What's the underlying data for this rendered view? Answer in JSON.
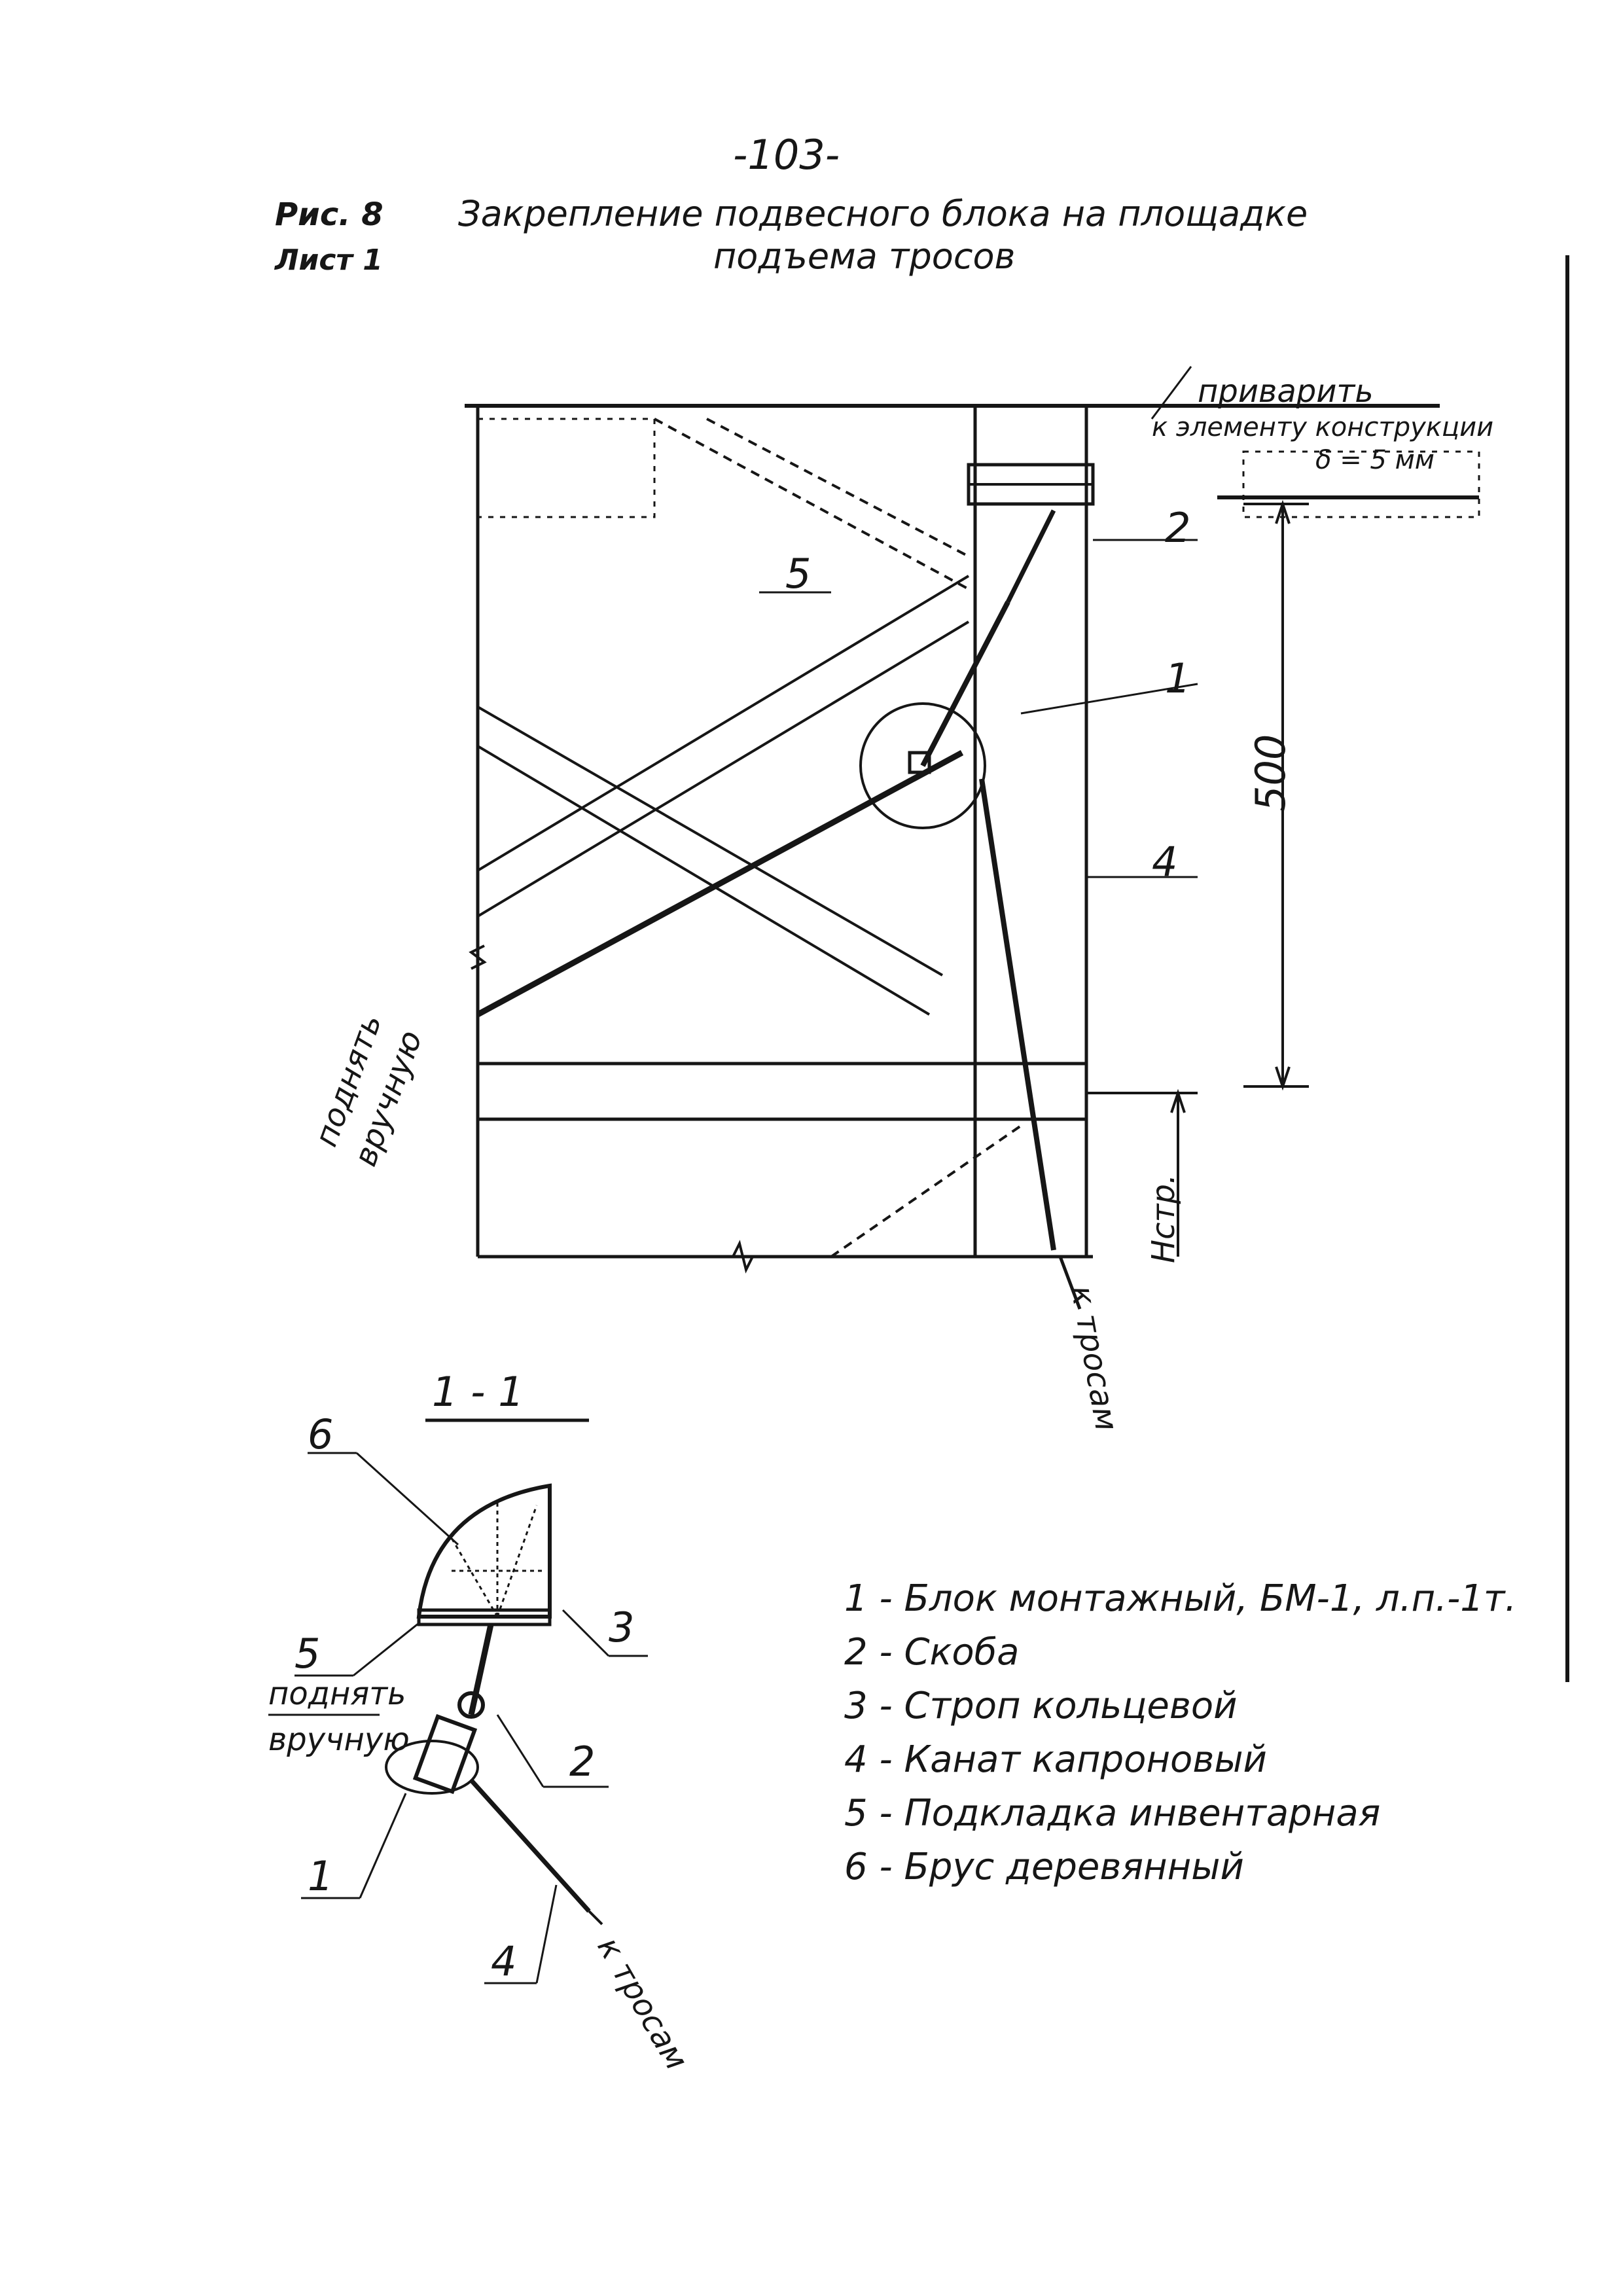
{
  "page_number": "-103-",
  "caption": {
    "figure": "Рис. 8",
    "title_line1": "Закрепление подвесного блока на площадке",
    "title_line2": "подъема тросов",
    "sheet": "Лист 1"
  },
  "drawing": {
    "top_note_line1": "приварить",
    "top_note_line2": "к элементу конструкции",
    "top_note_line3": "δ = 5 мм",
    "callout_1": "1",
    "callout_2": "2",
    "callout_4": "4",
    "callout_5": "5",
    "dimension_500": "500",
    "dimension_hstr": "Нстр.",
    "lift_by_hand_1": "поднять",
    "lift_by_hand_2": "вручную",
    "to_cable": "к тросам"
  },
  "section": {
    "title": "1 - 1",
    "callout_1": "1",
    "callout_2": "2",
    "callout_3": "3",
    "callout_4": "4",
    "callout_5": "5",
    "callout_6": "6",
    "lift_by_hand_1": "поднять",
    "lift_by_hand_2": "вручную",
    "to_cable": "к тросам"
  },
  "legend": [
    {
      "num": "1",
      "text": "Блок монтажный, БМ-1, л.п.-1т."
    },
    {
      "num": "2",
      "text": "Скоба"
    },
    {
      "num": "3",
      "text": "Строп кольцевой"
    },
    {
      "num": "4",
      "text": "Канат капроновый"
    },
    {
      "num": "5",
      "text": "Подкладка инвентарная"
    },
    {
      "num": "6",
      "text": "Брус деревянный"
    }
  ],
  "colors": {
    "ink": "#161616",
    "paper": "#ffffff"
  }
}
